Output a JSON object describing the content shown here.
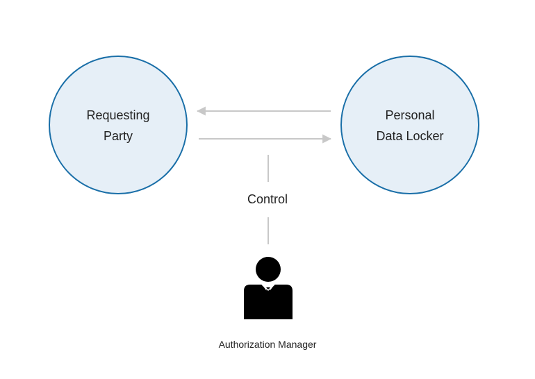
{
  "nodes": {
    "requesting_party": {
      "line1": "Requesting",
      "line2": "Party"
    },
    "personal_data_locker": {
      "line1": "Personal",
      "line2": "Data Locker"
    }
  },
  "control": {
    "label": "Control"
  },
  "actor": {
    "label": "Authorization Manager",
    "icon": "businessperson-icon"
  },
  "colors": {
    "node_fill": "#e6eff7",
    "node_stroke": "#1a6fa8",
    "arrow": "#c8c8c8",
    "icon": "#000000",
    "text": "#222222"
  }
}
